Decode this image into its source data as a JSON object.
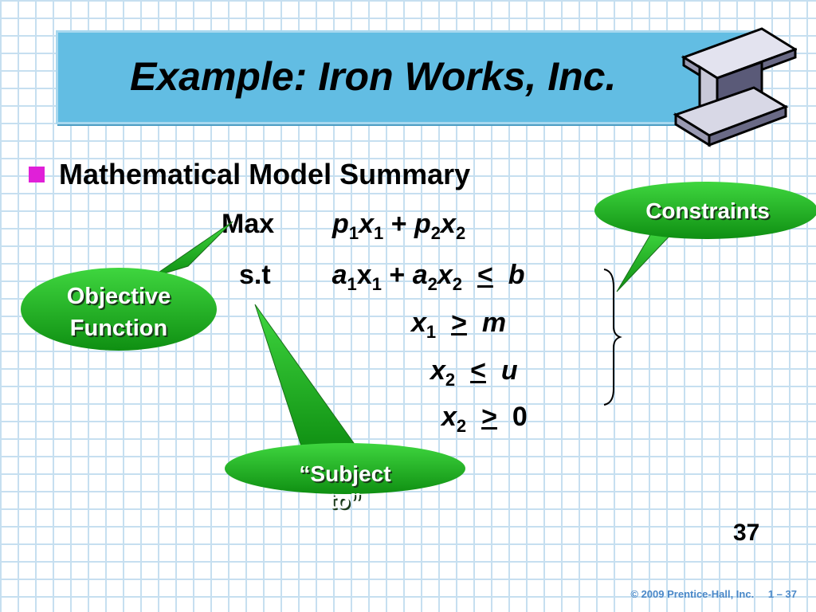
{
  "slide": {
    "title": "Example:  Iron Works, Inc.",
    "bullet": "Mathematical Model Summary",
    "page_number": "37",
    "footer_copyright": "© 2009 Prentice-Hall, Inc.",
    "footer_page": "1 – 37"
  },
  "model": {
    "max_label": "Max",
    "st_label": "s.t",
    "p": "p",
    "x": "x",
    "a": "a",
    "b": "b",
    "m": "m",
    "u": "u",
    "zero": "0",
    "sub1": "1",
    "sub2": "2",
    "plus": "+",
    "le": "<",
    "ge": ">"
  },
  "callouts": {
    "constraints": "Constraints",
    "objective_line1": "Objective",
    "objective_line2": "Function",
    "subject_line1": "“Subject",
    "subject_line2": "to”"
  },
  "colors": {
    "title_bar": "#62bde3",
    "bullet": "#e020d8",
    "callout_green": "#1fae1f",
    "footer": "#4a88c8",
    "grid": "#c6dff0"
  }
}
